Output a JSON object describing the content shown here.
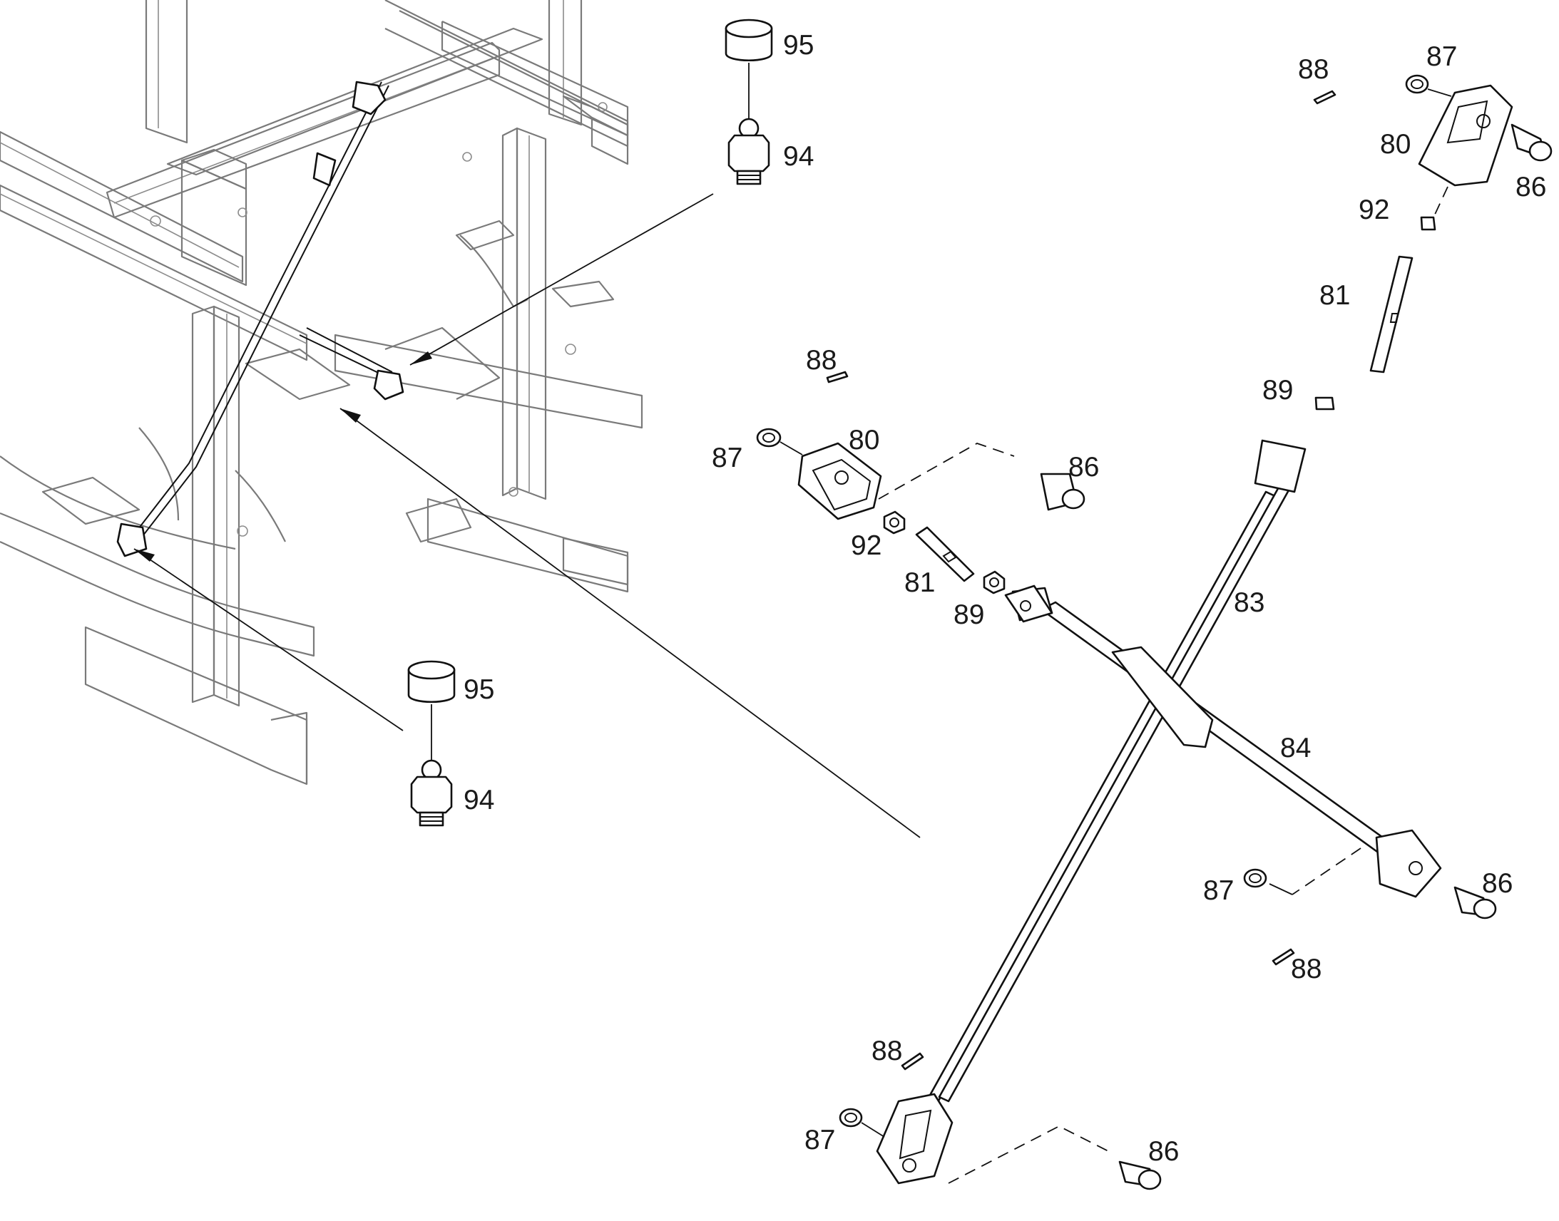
{
  "labels": {
    "cap_top": "95",
    "fitting_top": "94",
    "cap_bottom": "95",
    "fitting_bottom": "94",
    "upper_left": {
      "cotter": "88",
      "washer": "87",
      "clevis": "80",
      "pin": "86",
      "nut_a": "92",
      "rod": "81",
      "nut_b": "89"
    },
    "upper_right": {
      "cotter": "88",
      "washer": "87",
      "clevis": "80",
      "pin": "86",
      "nut_a": "92",
      "rod": "81",
      "nut_b": "89"
    },
    "long_rod": "83",
    "short_rod": "84",
    "right_end": {
      "washer": "87",
      "pin": "86",
      "cotter": "88"
    },
    "bottom_end": {
      "cotter": "88",
      "washer": "87",
      "pin": "86"
    }
  }
}
